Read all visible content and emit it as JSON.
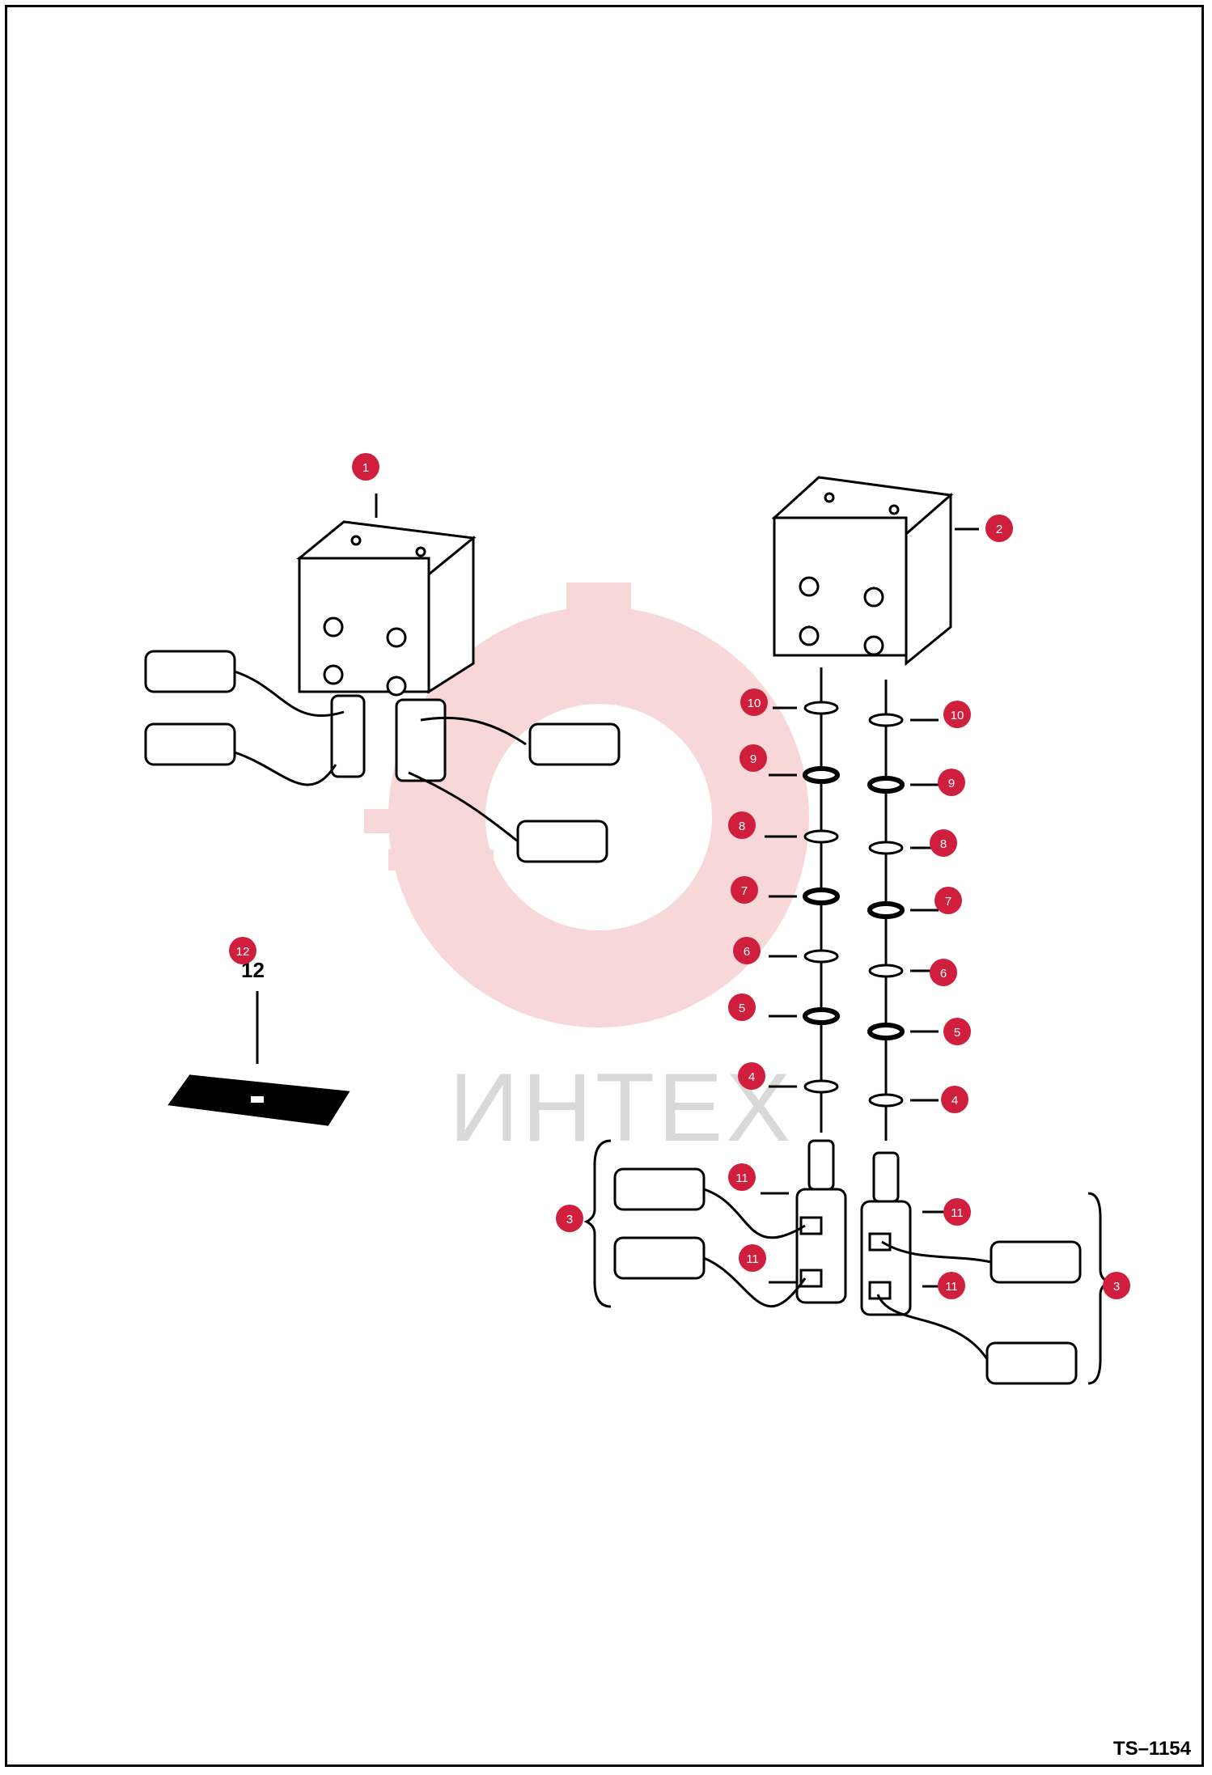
{
  "diagram": {
    "doc_code": "TS–1154",
    "watermark_text": "ИНТЕХ",
    "callouts": {
      "c1": "1",
      "c2": "2",
      "c3": "3",
      "c4": "4",
      "c5": "5",
      "c6": "6",
      "c7": "7",
      "c8": "8",
      "c9": "9",
      "c10": "10",
      "c11": "11",
      "c12": "12"
    },
    "stray_number": "12",
    "colors": {
      "callout": "#d01f3c",
      "watermark": "#f2b8b8",
      "line": "#000000"
    }
  }
}
